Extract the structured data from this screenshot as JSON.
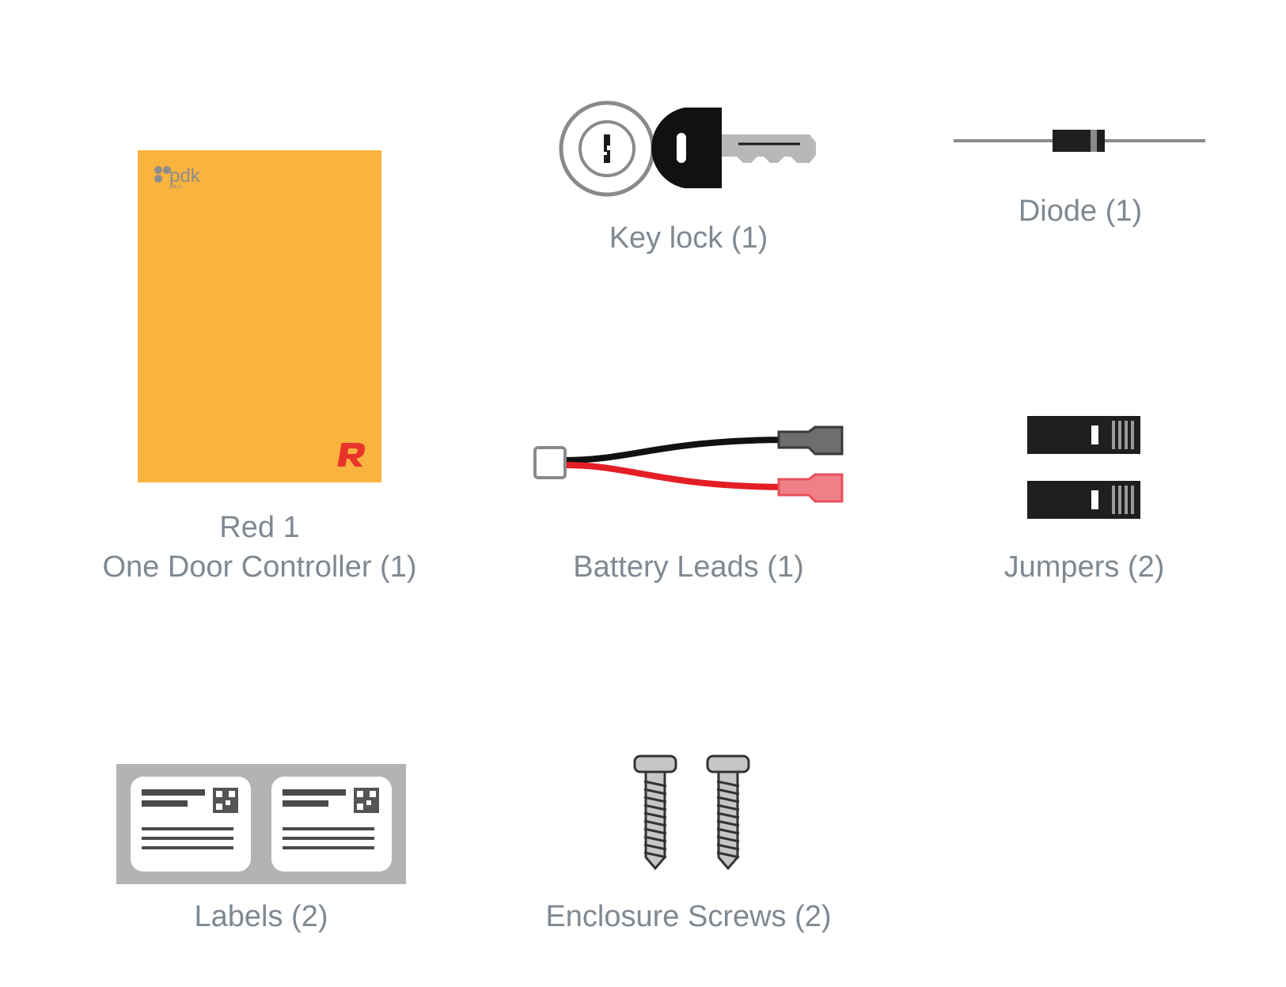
{
  "items": {
    "controller": {
      "label_line1": "Red 1",
      "label_line2": "One Door Controller (1)",
      "logo_text": "pdk",
      "logo_subtext": "pdk.io",
      "color": "#f9b33f",
      "accent": "#e8342b"
    },
    "keylock": {
      "label": "Key lock (1)"
    },
    "diode": {
      "label": "Diode (1)"
    },
    "battery_leads": {
      "label": "Battery Leads (1)",
      "black_wire": "#111111",
      "red_wire": "#e31e25"
    },
    "jumpers": {
      "label": "Jumpers (2)"
    },
    "labels": {
      "label": "Labels (2)"
    },
    "screws": {
      "label": "Enclosure Screws (2)"
    }
  },
  "colors": {
    "text": "#808890",
    "gray": "#8a8a8a",
    "dark": "#1a1a1a"
  }
}
